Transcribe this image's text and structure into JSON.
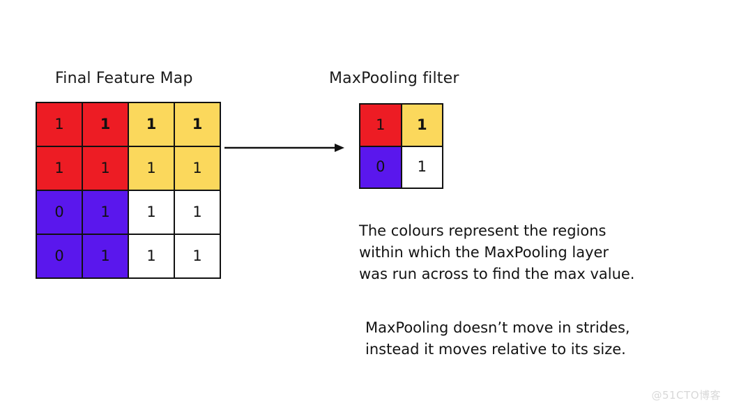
{
  "page": {
    "background": "#ffffff",
    "watermark": "@51CTO博客"
  },
  "palette": {
    "red": "#ED1C24",
    "yellow": "#FBD85C",
    "purple": "#5A17ED",
    "white": "#FFFFFF",
    "border": "#111111",
    "text": "#131313"
  },
  "feature_map": {
    "title": "Final Feature Map",
    "rows": 4,
    "cols": 4,
    "cells": [
      {
        "value": "1",
        "color": "red",
        "bold": false
      },
      {
        "value": "1",
        "color": "red",
        "bold": true
      },
      {
        "value": "1",
        "color": "yellow",
        "bold": true
      },
      {
        "value": "1",
        "color": "yellow",
        "bold": true
      },
      {
        "value": "1",
        "color": "red",
        "bold": false
      },
      {
        "value": "1",
        "color": "red",
        "bold": false
      },
      {
        "value": "1",
        "color": "yellow",
        "bold": false
      },
      {
        "value": "1",
        "color": "yellow",
        "bold": false
      },
      {
        "value": "0",
        "color": "purple",
        "bold": false
      },
      {
        "value": "1",
        "color": "purple",
        "bold": false
      },
      {
        "value": "1",
        "color": "white",
        "bold": false
      },
      {
        "value": "1",
        "color": "white",
        "bold": false
      },
      {
        "value": "0",
        "color": "purple",
        "bold": false
      },
      {
        "value": "1",
        "color": "purple",
        "bold": false
      },
      {
        "value": "1",
        "color": "white",
        "bold": false
      },
      {
        "value": "1",
        "color": "white",
        "bold": false
      }
    ]
  },
  "arrow": {
    "name": "flow-arrow",
    "direction": "right"
  },
  "filter": {
    "title": "MaxPooling filter",
    "rows": 2,
    "cols": 2,
    "cells": [
      {
        "value": "1",
        "color": "red",
        "bold": false
      },
      {
        "value": "1",
        "color": "yellow",
        "bold": true
      },
      {
        "value": "0",
        "color": "purple",
        "bold": false
      },
      {
        "value": "1",
        "color": "white",
        "bold": false
      }
    ]
  },
  "notes": {
    "colours_note": "The colours represent the regions\nwithin which the MaxPooling layer\nwas run across to find the max value.",
    "strides_note": "MaxPooling doesn’t move in strides,\ninstead it moves relative to its size."
  }
}
